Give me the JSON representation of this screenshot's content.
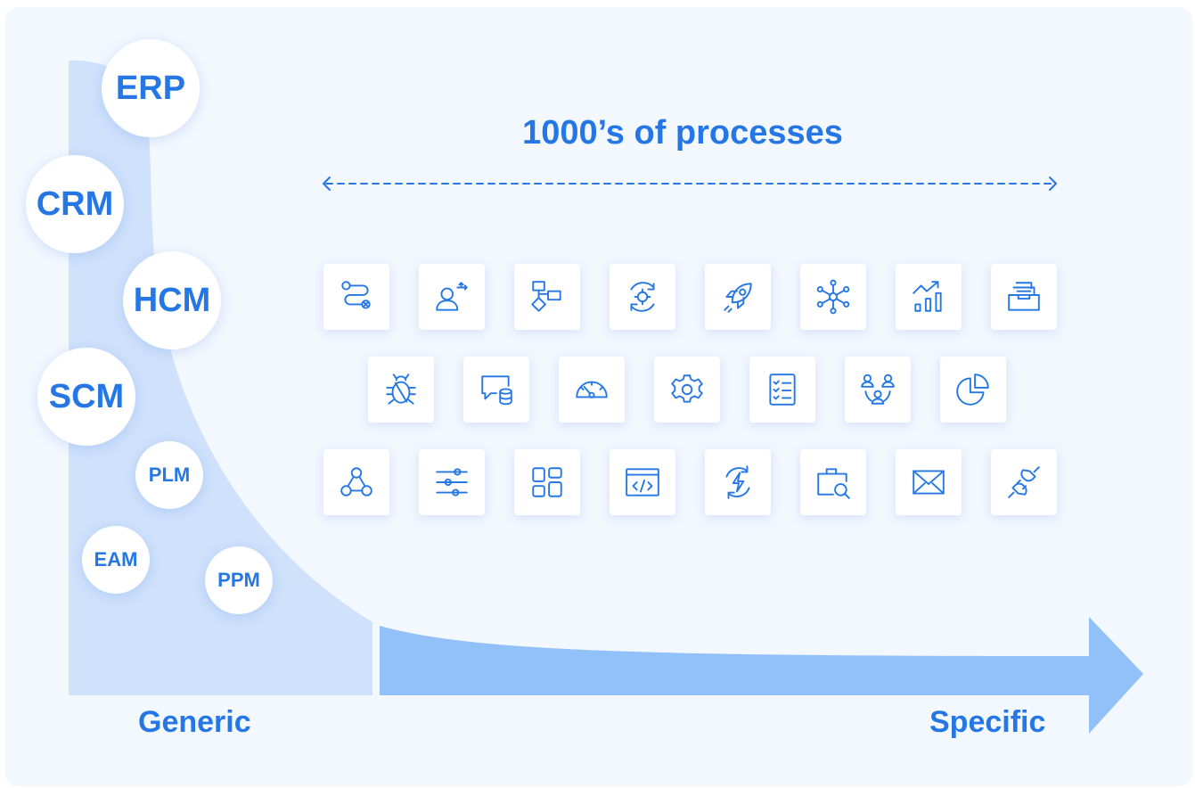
{
  "title": "1000’s of processes",
  "axis": {
    "left_label": "Generic",
    "right_label": "Specific"
  },
  "bubbles": [
    {
      "label": "ERP"
    },
    {
      "label": "CRM"
    },
    {
      "label": "HCM"
    },
    {
      "label": "SCM"
    },
    {
      "label": "PLM"
    },
    {
      "label": "EAM"
    },
    {
      "label": "PPM"
    }
  ],
  "process_icons": [
    [
      "route-icon",
      "user-branch-icon",
      "flowchart-icon",
      "cycle-gear-icon",
      "rocket-icon",
      "network-hub-icon",
      "growth-chart-icon",
      "inbox-tray-icon"
    ],
    [
      "bug-icon",
      "chat-database-icon",
      "speedometer-icon",
      "gear-icon",
      "checklist-icon",
      "team-icon",
      "pie-chart-icon"
    ],
    [
      "connected-nodes-icon",
      "sliders-icon",
      "dashboard-grid-icon",
      "code-window-icon",
      "power-cycle-icon",
      "briefcase-search-icon",
      "envelope-icon",
      "plug-icon"
    ]
  ],
  "colors": {
    "background": "#f3f7fe",
    "accent": "#2477e4",
    "curve_fill": "#cfe1fb",
    "arrow_fill": "#92c1fa"
  }
}
